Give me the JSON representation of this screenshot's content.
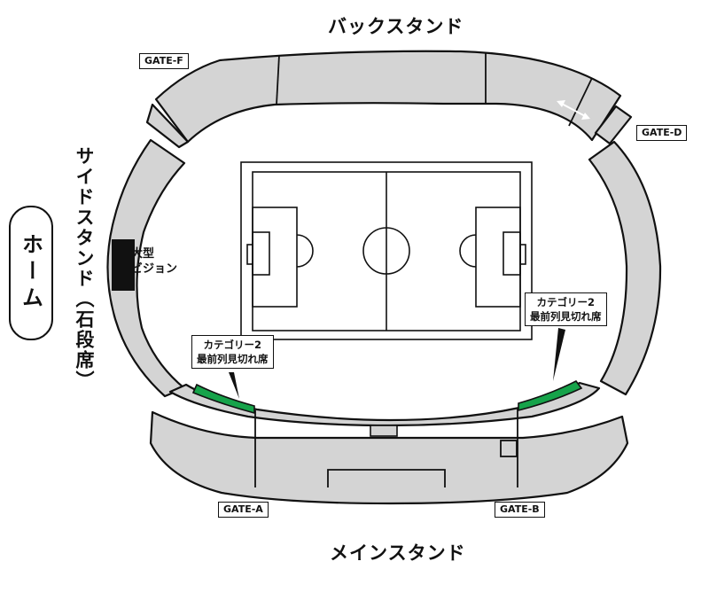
{
  "stands": {
    "back": "バックスタンド",
    "main": "メインスタンド",
    "side": "サイドスタンド（石段席）"
  },
  "home_label": "ホーム",
  "vision": {
    "line1": "大型",
    "line2": "ビジョン"
  },
  "gates": {
    "a": "GATE-A",
    "b": "GATE-B",
    "d": "GATE-D",
    "f": "GATE-F"
  },
  "callouts": {
    "left": {
      "line1": "カテゴリー2",
      "line2": "最前列見切れ席"
    },
    "right": {
      "line1": "カテゴリー2",
      "line2": "最前列見切れ席"
    }
  },
  "colors": {
    "seat": "#d4d4d4",
    "highlight": "#16a34a",
    "outline": "#111111"
  },
  "icons": {
    "double_arrow": "double-arrow-icon"
  }
}
